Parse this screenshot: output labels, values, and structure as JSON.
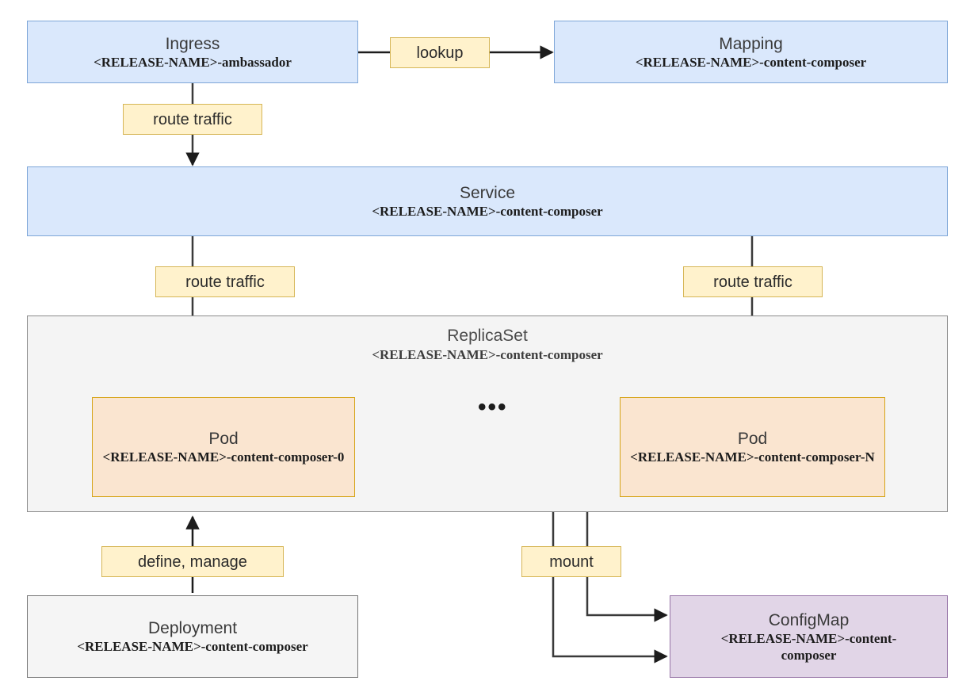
{
  "diagram": {
    "title": "Kubernetes content-composer chart topology",
    "colors": {
      "blue_fill": "#dae8fc",
      "blue_border": "#7ea6d8",
      "peach_fill": "#fae5d0",
      "peach_border": "#d6a417",
      "gray_fill": "#f5f5f5",
      "gray_border": "#767676",
      "purple_fill": "#e1d5e7",
      "purple_border": "#9673a6",
      "label_fill": "#fff2cc",
      "label_border": "#d6b656",
      "line": "#2b2b2b"
    }
  },
  "nodes": {
    "ingress": {
      "title": "Ingress",
      "subtitle": "<RELEASE-NAME>-ambassador"
    },
    "mapping": {
      "title": "Mapping",
      "subtitle": "<RELEASE-NAME>-content-composer"
    },
    "service": {
      "title": "Service",
      "subtitle": "<RELEASE-NAME>-content-composer"
    },
    "replicaset": {
      "title": "ReplicaSet",
      "subtitle": "<RELEASE-NAME>-content-composer",
      "ellipsis": "•••"
    },
    "pod_first": {
      "title": "Pod",
      "subtitle": "<RELEASE-NAME>-content-composer-0"
    },
    "pod_last": {
      "title": "Pod",
      "subtitle": "<RELEASE-NAME>-content-composer-N"
    },
    "deployment": {
      "title": "Deployment",
      "subtitle": "<RELEASE-NAME>-content-composer"
    },
    "configmap": {
      "title": "ConfigMap",
      "subtitle": "<RELEASE-NAME>-content-composer"
    }
  },
  "edge_labels": {
    "lookup": "lookup",
    "route_traffic_ingress": "route traffic",
    "route_traffic_left": "route traffic",
    "route_traffic_right": "route traffic",
    "define_manage": "define, manage",
    "mount": "mount"
  }
}
